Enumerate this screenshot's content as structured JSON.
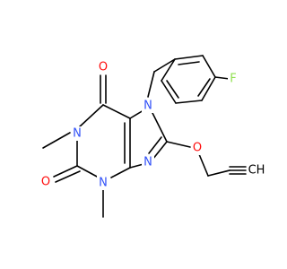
{
  "molecule": {
    "atom_labels": {
      "fluorine": "F",
      "carbonyl_oxygen_top": "O",
      "carbonyl_oxygen_left": "O",
      "ether_oxygen": "O",
      "n1": "N",
      "n3": "N",
      "n7": "N",
      "n9": "N",
      "terminal_ch": "CH"
    },
    "element_colors": {
      "N": "#3050f8",
      "O": "#ff0d0d",
      "F": "#90e050",
      "C": "#000000"
    }
  }
}
